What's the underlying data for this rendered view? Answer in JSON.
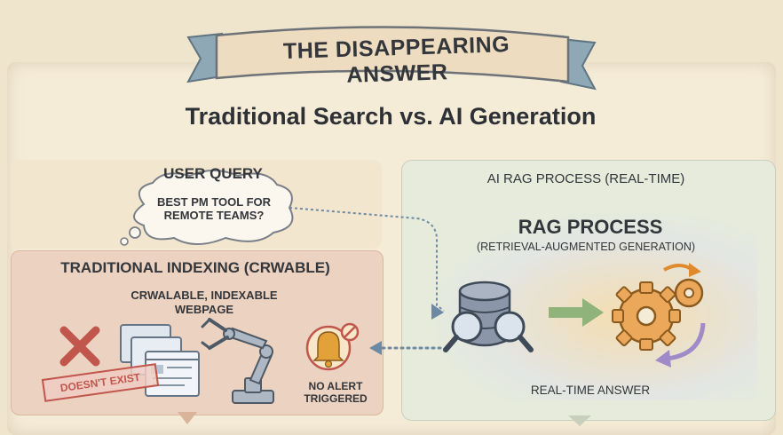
{
  "banner": {
    "title": "THE DISAPPEARING ANSWER"
  },
  "subtitle": "Traditional Search vs. AI Generation",
  "query_section": {
    "label": "USER QUERY",
    "bubble_text": "BEST PM TOOL FOR REMOTE TEAMS?"
  },
  "traditional_section": {
    "heading": "TRADITIONAL INDEXING (CRWABLE)",
    "webpage_label": "CRWALABLE, INDEXABLE WEBPAGE",
    "stamp": "DOESN'T EXIST",
    "alert_label": "NO ALERT TRIGGERED"
  },
  "rag_section": {
    "heading": "AI RAG PROCESS (REAL-TIME)",
    "title": "RAG PROCESS",
    "subtitle": "(RETRIEVAL-AUGMENTED GENERATION)",
    "answer_label": "REAL-TIME ANSWER"
  },
  "colors": {
    "background": "#efe4cc",
    "traditional_panel": "#ecd2c0",
    "rag_panel": "#e6ebdc",
    "cross_red": "#c0564c",
    "bell_orange": "#e3a13a",
    "arrow_green": "#8fb37a",
    "arrow_purple": "#a08ac8"
  }
}
